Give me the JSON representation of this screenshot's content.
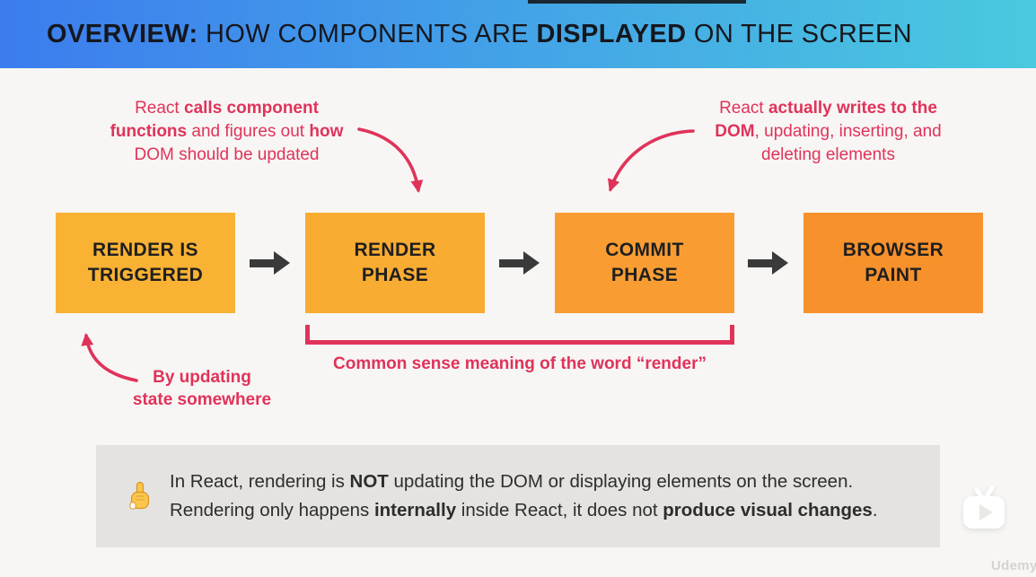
{
  "header": {
    "title_segments": [
      {
        "t": "OVERVIEW:",
        "b": true
      },
      {
        "t": " HOW COMPONENTS ARE ",
        "b": false
      },
      {
        "t": "DISPLAYED",
        "b": true
      },
      {
        "t": " ON THE SCREEN",
        "b": false
      }
    ]
  },
  "annotations": {
    "render_phase_note": [
      [
        {
          "t": "React ",
          "b": false
        },
        {
          "t": "calls component",
          "b": true
        }
      ],
      [
        {
          "t": "functions",
          "b": true
        },
        {
          "t": " and figures out ",
          "b": false
        },
        {
          "t": "how",
          "b": true
        }
      ],
      [
        {
          "t": "DOM should be updated",
          "b": false
        }
      ]
    ],
    "commit_phase_note": [
      [
        {
          "t": "React ",
          "b": false
        },
        {
          "t": "actually writes to the",
          "b": true
        }
      ],
      [
        {
          "t": "DOM",
          "b": true
        },
        {
          "t": ", updating, inserting, and",
          "b": false
        }
      ],
      [
        {
          "t": "deleting elements",
          "b": false
        }
      ]
    ],
    "trigger_note": [
      [
        {
          "t": "By updating",
          "b": true
        }
      ],
      [
        {
          "t": "state somewhere",
          "b": true
        }
      ]
    ],
    "bracket_caption": "Common sense meaning of the word “render”"
  },
  "flow": {
    "steps": [
      {
        "label": "RENDER IS\nTRIGGERED",
        "color": "#F9B233"
      },
      {
        "label": "RENDER\nPHASE",
        "color": "#F9AC32"
      },
      {
        "label": "COMMIT\nPHASE",
        "color": "#F99D33"
      },
      {
        "label": "BROWSER\nPAINT",
        "color": "#F7912C"
      }
    ],
    "arrow_color": "#3A3A3A"
  },
  "note_box": {
    "icon": "pointing-up-finger",
    "emoji_char": "☝️",
    "lines": [
      [
        {
          "t": "In React, rendering is ",
          "b": false
        },
        {
          "t": "NOT",
          "b": true
        },
        {
          "t": " updating the DOM or displaying elements on the screen.",
          "b": false
        }
      ],
      [
        {
          "t": "Rendering only happens ",
          "b": false
        },
        {
          "t": "internally",
          "b": true
        },
        {
          "t": " inside React, it does not ",
          "b": false
        },
        {
          "t": "produce visual changes",
          "b": true
        },
        {
          "t": ".",
          "b": false
        }
      ]
    ]
  },
  "player": {
    "watermark": "Udemy",
    "play_overlay_icon": "tv-play-icon"
  },
  "colors": {
    "accent_red": "#E0335A",
    "header_gradient_start": "#3C7CEE",
    "header_gradient_end": "#4AC9DF",
    "background": "#F7F6F4",
    "note_box_bg": "#E4E3E0",
    "flow_arrow": "#3A3A3A"
  }
}
